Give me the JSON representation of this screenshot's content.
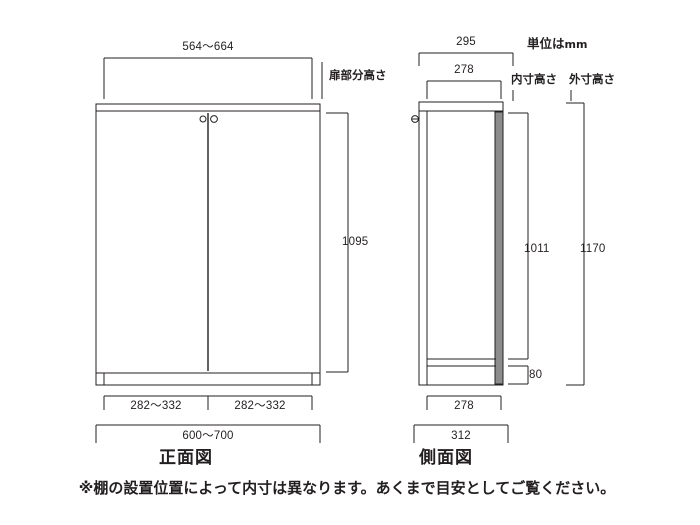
{
  "drawing": {
    "unit_note": "単位は",
    "unit_note_mm": "mm",
    "footnote": "※棚の設置位置によって内寸は異なります。あくまで目安としてご覧ください。",
    "front_view": {
      "title": "正面図",
      "dimensions": {
        "door_width_total": "564〜664",
        "door_left": "282〜332",
        "door_right": "282〜332",
        "outer_width": "600〜700",
        "door_height": "1095",
        "door_height_label": "扉部分高さ"
      }
    },
    "side_view": {
      "title": "側面図",
      "dimensions": {
        "top_outer_depth": "295",
        "top_inner_depth": "278",
        "bottom_inner_depth": "278",
        "bottom_outer_depth": "312",
        "inner_height": "1011",
        "outer_height": "1170",
        "base_height": "80",
        "inner_height_label": "内寸高さ",
        "outer_height_label": "外寸高さ"
      }
    },
    "colors": {
      "line": "#231f20",
      "text": "#231f20",
      "panel_fill": "#ffffff",
      "door_edge_fill": "#8c8c8c",
      "background": "#ffffff"
    }
  }
}
